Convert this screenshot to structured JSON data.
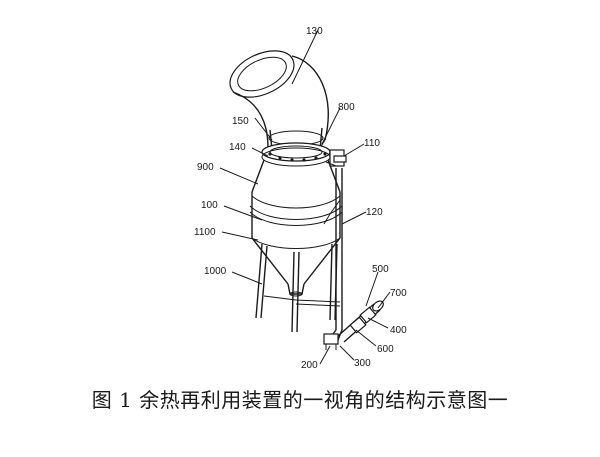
{
  "labels": {
    "l130": "130",
    "l150": "150",
    "l800": "800",
    "l140": "140",
    "l110": "110",
    "l900": "900",
    "l100": "100",
    "l120": "120",
    "l1100": "1100",
    "l1000": "1000",
    "l500": "500",
    "l700": "700",
    "l400": "400",
    "l600": "600",
    "l200": "200",
    "l300": "300"
  },
  "caption": "图 1  余热再利用装置的一视角的结构示意图一"
}
